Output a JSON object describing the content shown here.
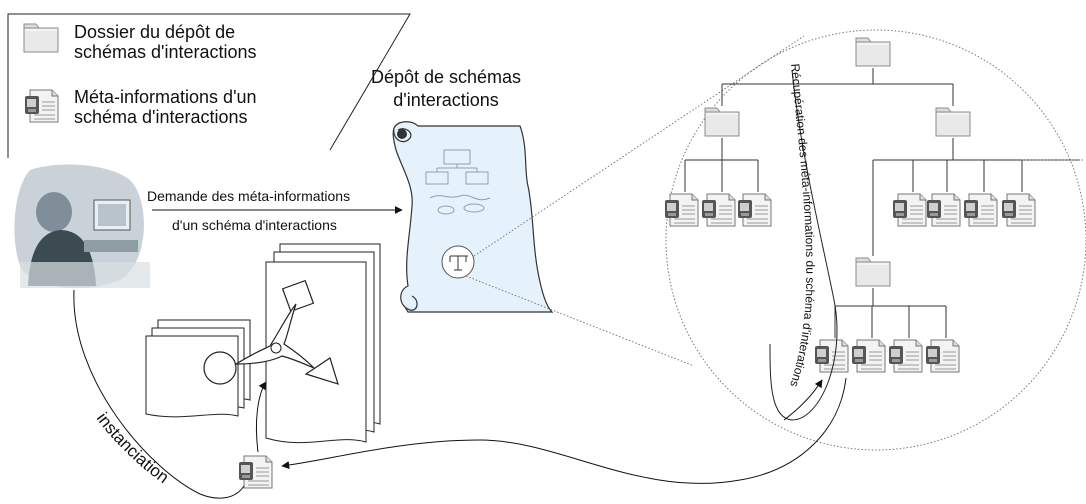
{
  "legend": {
    "folder_label_line1": "Dossier du dépôt de",
    "folder_label_line2": "schémas d'interactions",
    "meta_label_line1": "Méta-informations d'un",
    "meta_label_line2": "schéma d'interactions"
  },
  "repository": {
    "title_line1": "Dépôt de schémas",
    "title_line2": "d'interactions"
  },
  "request": {
    "line1": "Demande des méta-informations",
    "line2": "d'un schéma d'interactions"
  },
  "retrieval_label": "Récupération des méta-informations du schéma d'interations",
  "instanciation_label": "instanciation",
  "tree": {
    "root_folder": "folder-icon",
    "subfolders": [
      "folder-icon",
      "folder-icon",
      "folder-icon"
    ],
    "meta_documents": [
      "meta-document-icon"
    ]
  }
}
